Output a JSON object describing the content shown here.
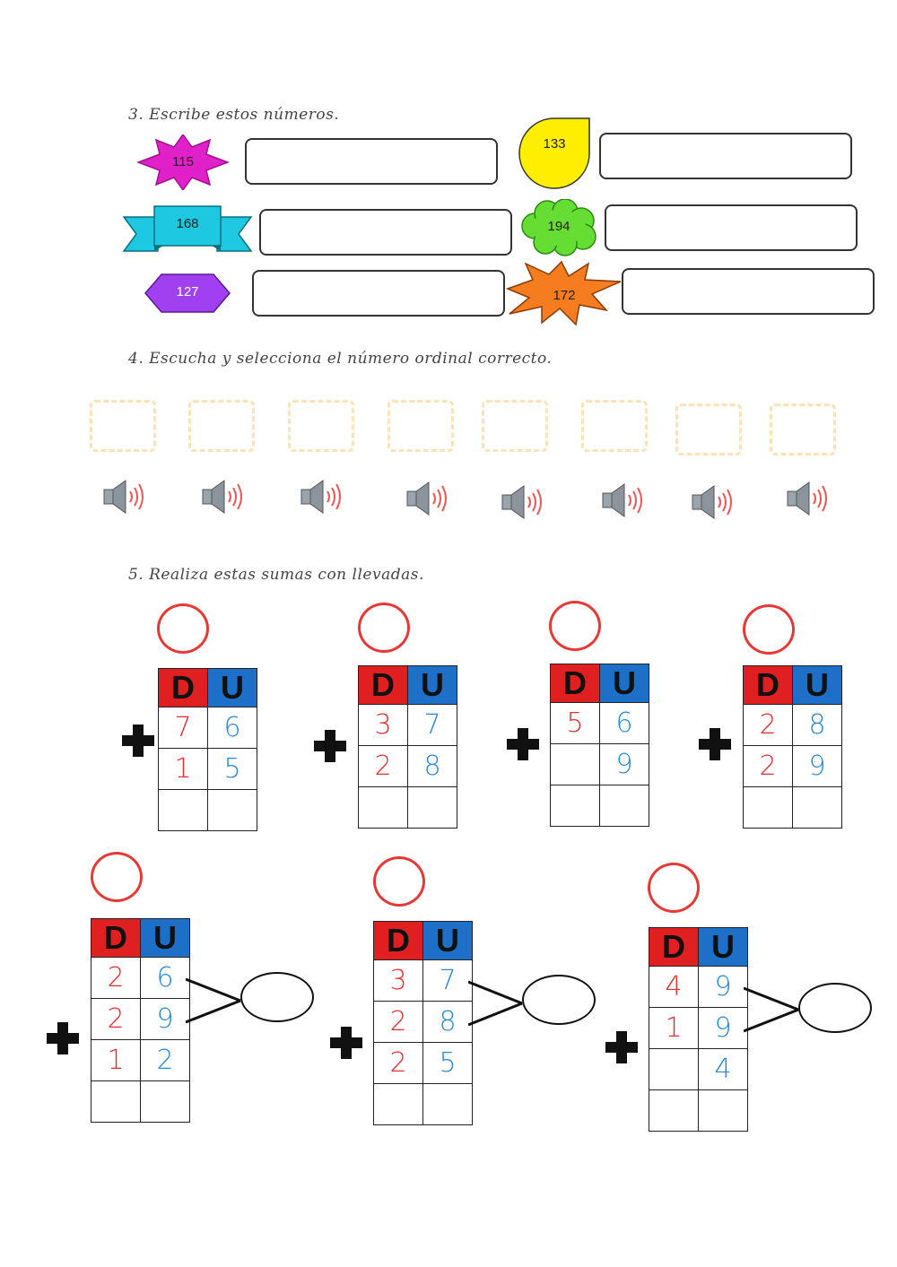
{
  "section3": {
    "heading": "3. Escribe estos números.",
    "items": [
      {
        "number": "115",
        "shape": "star8",
        "color": "#e020c8"
      },
      {
        "number": "133",
        "shape": "drop",
        "color": "#ffee00"
      },
      {
        "number": "168",
        "shape": "ribbon",
        "color": "#1ec8e0"
      },
      {
        "number": "194",
        "shape": "cloud",
        "color": "#66dd33"
      },
      {
        "number": "127",
        "shape": "hexagon",
        "color": "#a040f0"
      },
      {
        "number": "172",
        "shape": "explosion",
        "color": "#f57c1f"
      }
    ]
  },
  "section4": {
    "heading": "4. Escucha y selecciona el número ordinal correcto.",
    "slot_color": "#fbe3b8",
    "speaker_icon": "speaker-icon",
    "speaker_count": 8
  },
  "section5": {
    "heading": "5. Realiza estas sumas con llevadas.",
    "header_d": "D",
    "header_u": "U",
    "color_d": "#e02020",
    "color_u": "#1e6fc7",
    "sums": [
      {
        "rows": [
          [
            "7",
            "6"
          ],
          [
            "1",
            "5"
          ],
          [
            "",
            ""
          ]
        ]
      },
      {
        "rows": [
          [
            "3",
            "7"
          ],
          [
            "2",
            "8"
          ],
          [
            "",
            ""
          ]
        ]
      },
      {
        "rows": [
          [
            "5",
            "6"
          ],
          [
            "",
            "9"
          ],
          [
            "",
            ""
          ]
        ]
      },
      {
        "rows": [
          [
            "2",
            "8"
          ],
          [
            "2",
            "9"
          ],
          [
            "",
            ""
          ]
        ]
      },
      {
        "rows": [
          [
            "2",
            "6"
          ],
          [
            "2",
            "9"
          ],
          [
            "1",
            "2"
          ],
          [
            "",
            ""
          ]
        ]
      },
      {
        "rows": [
          [
            "3",
            "7"
          ],
          [
            "2",
            "8"
          ],
          [
            "2",
            "5"
          ],
          [
            "",
            ""
          ]
        ]
      },
      {
        "rows": [
          [
            "4",
            "9"
          ],
          [
            "1",
            "9"
          ],
          [
            "",
            "4"
          ],
          [
            "",
            ""
          ]
        ]
      }
    ]
  }
}
